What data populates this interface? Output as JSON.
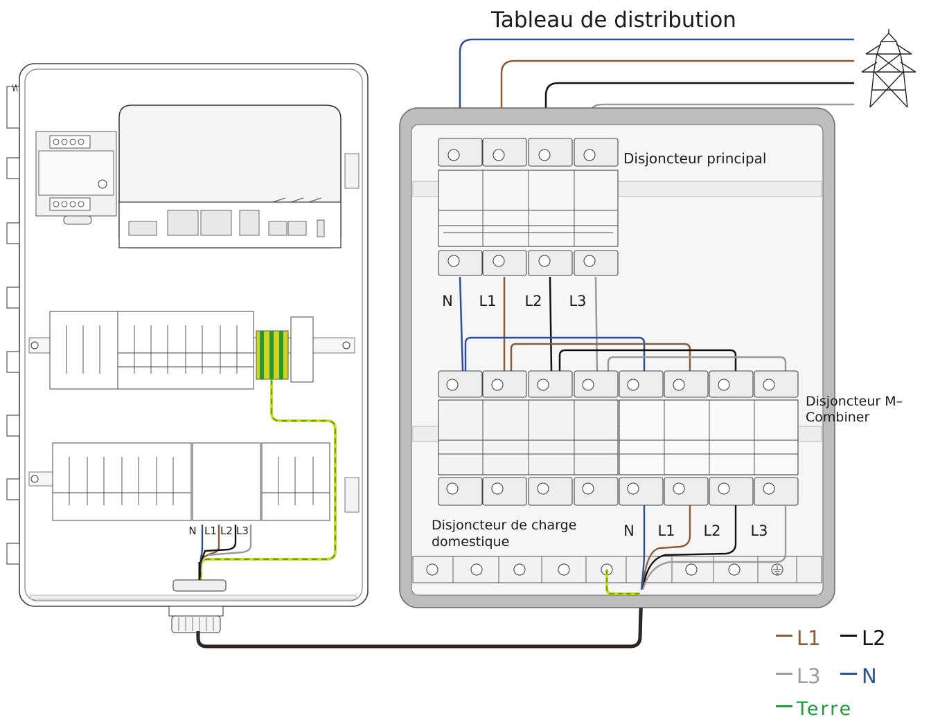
{
  "title": "Tableau de distribution",
  "labels": {
    "main_breaker": "Disjoncteur principal",
    "combiner_line1": "Disjoncteur M–",
    "combiner_line2": "Combiner",
    "load_line1": "Disjoncteur de charge",
    "load_line2": "domestique"
  },
  "phases": {
    "n": "N",
    "l1": "L1",
    "l2": "L2",
    "l3": "L3"
  },
  "legend": {
    "l1": "L1",
    "l2": "L2",
    "l3": "L3",
    "n": "N",
    "earth": "Terre"
  },
  "colors": {
    "l1": "#8b5a32",
    "l2": "#111111",
    "l3": "#9a9a9a",
    "n": "#2a4f9c",
    "earth": "#1e9b3a",
    "earth_stripe": "#d8d21a"
  }
}
